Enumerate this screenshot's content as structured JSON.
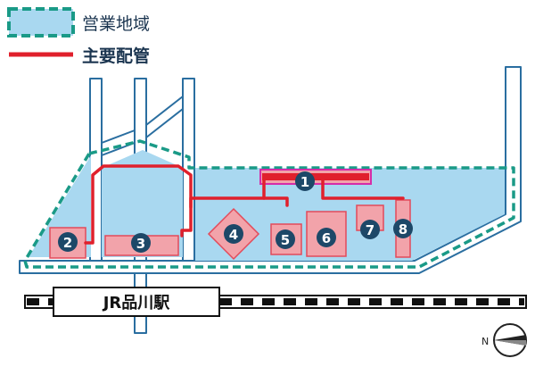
{
  "legend": {
    "area_label": "営業地域",
    "pipe_label": "主要配管"
  },
  "station": {
    "label": "JR品川駅"
  },
  "compass": {
    "north_letter": "N"
  },
  "facilities": [
    {
      "number": "1"
    },
    {
      "number": "2"
    },
    {
      "number": "3"
    },
    {
      "number": "4"
    },
    {
      "number": "5"
    },
    {
      "number": "6"
    },
    {
      "number": "7"
    },
    {
      "number": "8"
    }
  ],
  "colors": {
    "area_fill": "#a9d8f0",
    "area_border": "#1a9a87",
    "pipe": "#e0202c",
    "facility_fill": "#f2a3aa",
    "facility_border": "#e24a5a",
    "marker": "#1d4868",
    "road": "#2a6ea0",
    "rail_dark": "#111111",
    "highlight_border": "#d62ca8"
  }
}
